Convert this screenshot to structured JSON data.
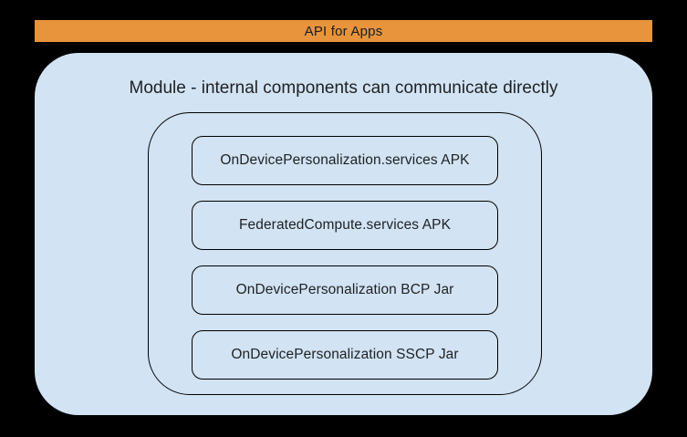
{
  "banner": {
    "label": "API for Apps"
  },
  "module": {
    "title": "Module - internal components can communicate directly",
    "components": [
      "OnDevicePersonalization.services APK",
      "FederatedCompute.services APK",
      "OnDevicePersonalization BCP Jar",
      "OnDevicePersonalization SSCP Jar"
    ]
  },
  "colors": {
    "page_background": "#000000",
    "banner_background": "#E8943D",
    "module_background": "#D2E3F3",
    "outline": "#000000",
    "text": "#1d2125"
  }
}
